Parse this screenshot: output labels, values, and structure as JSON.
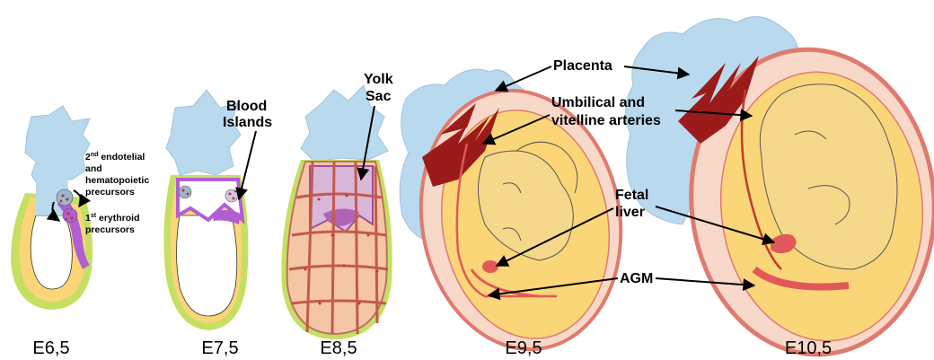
{
  "stages": [
    "E6,5",
    "E7,5",
    "E8,5",
    "E9,5",
    "E10,5"
  ],
  "labels": {
    "endothelial_line1": "2",
    "endothelial_sup": "nd",
    "endothelial_line1_rest": " endotelial",
    "endothelial_line2": "and",
    "endothelial_line3": "hematopoietic",
    "endothelial_line4": "precursors",
    "erythroid_line1": "1",
    "erythroid_sup": "st",
    "erythroid_line1_rest": " erythroid",
    "erythroid_line2": "precursors",
    "blood_islands_1": "Blood",
    "blood_islands_2": "Islands",
    "yolk_sac_1": "Yolk",
    "yolk_sac_2": "Sac",
    "placenta": "Placenta",
    "umbilical_1": "Umbilical and",
    "umbilical_2": "vitelline arteries",
    "fetal_liver_1": "Fetal",
    "fetal_liver_2": "liver",
    "agm": "AGM"
  },
  "colors": {
    "placenta_blue": "#b9d9ee",
    "placenta_dark": "#a8cbe6",
    "decidua_red": "#9b1b1b",
    "yolk": "#fbd678",
    "mesoderm_green": "#c5df63",
    "purple": "#b15ed3",
    "vessel_red": "#e15858",
    "sac_pink": "#f8d8c8",
    "sac_border": "#e07a6f",
    "amnion_beige": "#fce6cc"
  }
}
